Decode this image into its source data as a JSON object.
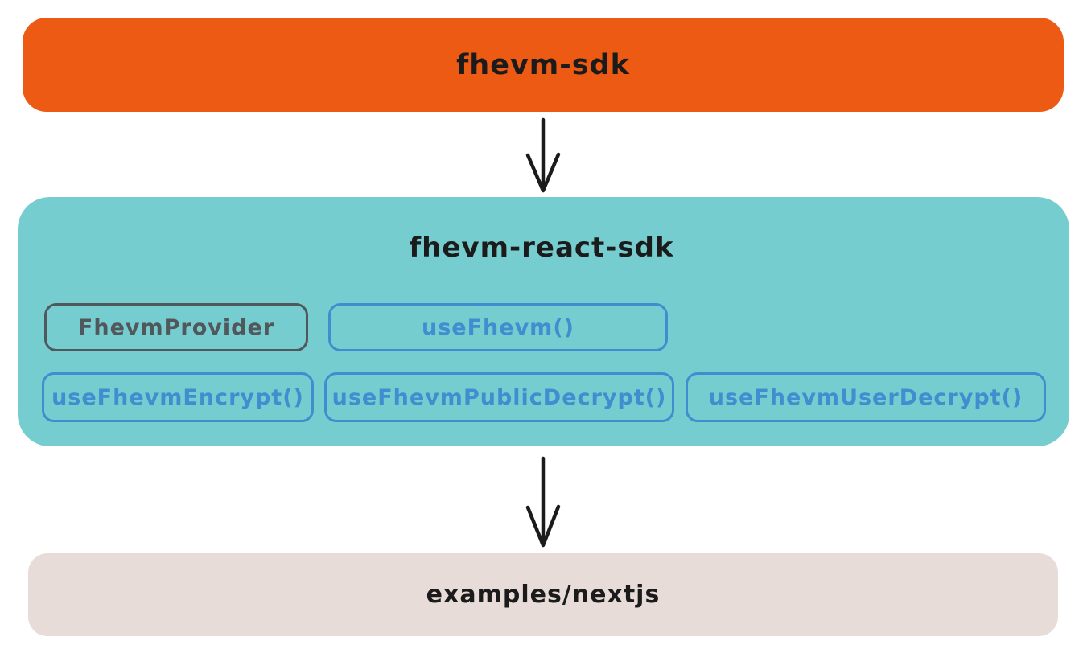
{
  "diagram": {
    "background_color": "#ffffff",
    "arrow_color": "#1B1B1B",
    "nodes": {
      "fhevm_sdk": {
        "label": "fhevm-sdk",
        "bg_color": "#EC5A13",
        "text_color": "#1B1B1B"
      },
      "fhevm_react_sdk": {
        "label": "fhevm-react-sdk",
        "bg_color": "#76CDCF",
        "text_color": "#1B1B1B",
        "children": [
          {
            "label": "FhevmProvider",
            "border_color": "#51585C",
            "text_color": "#51585C"
          },
          {
            "label": "useFhevm()",
            "border_color": "#3E8ED0",
            "text_color": "#3E8ED0"
          },
          {
            "label": "useFhevmEncrypt()",
            "border_color": "#3E8ED0",
            "text_color": "#3E8ED0"
          },
          {
            "label": "useFhevmPublicDecrypt()",
            "border_color": "#3E8ED0",
            "text_color": "#3E8ED0"
          },
          {
            "label": "useFhevmUserDecrypt()",
            "border_color": "#3E8ED0",
            "text_color": "#3E8ED0"
          }
        ]
      },
      "examples_nextjs": {
        "label": "examples/nextjs",
        "bg_color": "#E8DCD8",
        "text_color": "#1B1B1B"
      }
    },
    "arrows": [
      {
        "name": "fhevm-sdk-to-fhevm-react-sdk"
      },
      {
        "name": "fhevm-react-sdk-to-examples-nextjs"
      }
    ]
  }
}
